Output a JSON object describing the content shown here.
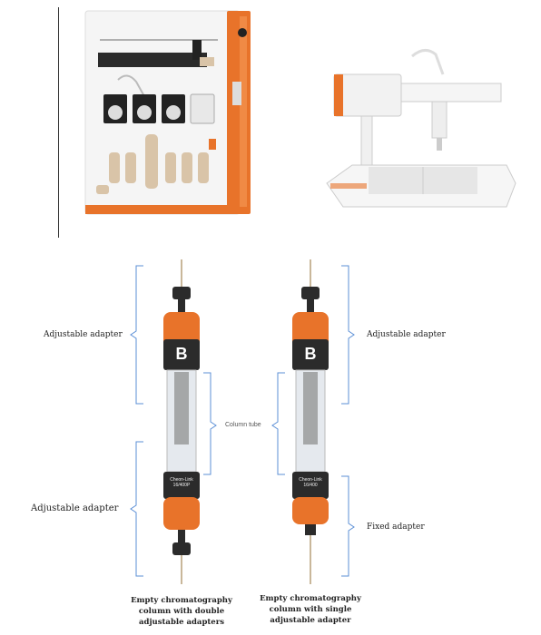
{
  "labels": {
    "left_top": "Adjustable adapter",
    "left_bottom": "Adjustable adapter",
    "center": "Column tube",
    "right_top": "Adjustable adapter",
    "right_bottom": "Fixed adapter"
  },
  "captions": {
    "left": "Empty chromatography\ncolumn with double\nadjustable adapters",
    "right": "Empty chromatography\ncolumn with single\nadjustable adapter"
  },
  "colors": {
    "accent_orange": "#e8732a",
    "bracket_blue": "#5b8fd6",
    "dark_body": "#2b2b2b"
  },
  "icons": [
    "brand-b-logo"
  ],
  "column_print": {
    "left": "Cheon-Link\n16/400P",
    "right": "Cheon-Link\n16/400"
  }
}
